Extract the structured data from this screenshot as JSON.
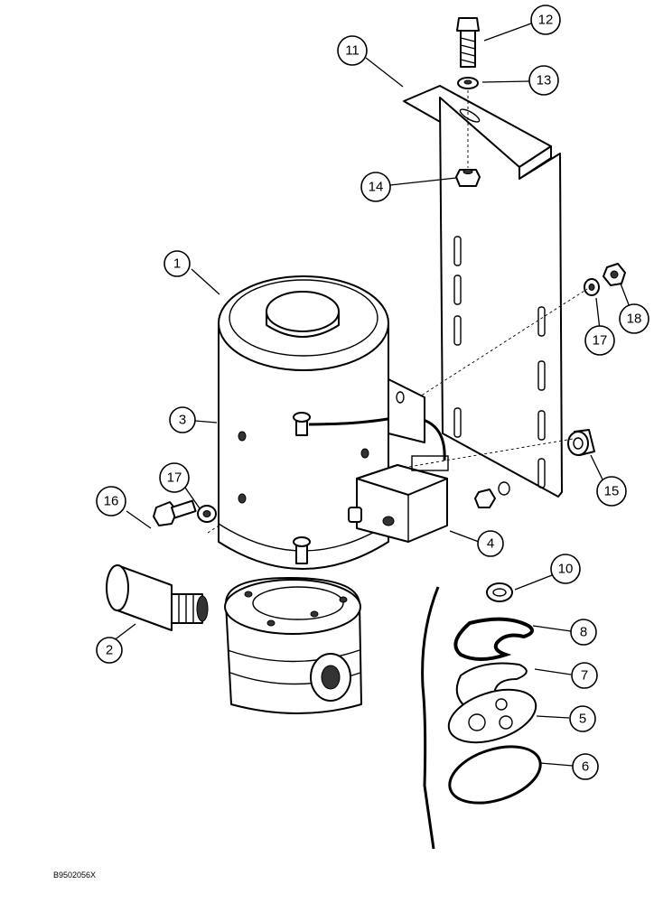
{
  "callouts": [
    {
      "id": "1",
      "label": "1"
    },
    {
      "id": "2",
      "label": "2"
    },
    {
      "id": "3",
      "label": "3"
    },
    {
      "id": "4",
      "label": "4"
    },
    {
      "id": "5",
      "label": "5"
    },
    {
      "id": "6",
      "label": "6"
    },
    {
      "id": "7",
      "label": "7"
    },
    {
      "id": "8",
      "label": "8"
    },
    {
      "id": "10",
      "label": "10"
    },
    {
      "id": "11",
      "label": "11"
    },
    {
      "id": "12",
      "label": "12"
    },
    {
      "id": "13",
      "label": "13"
    },
    {
      "id": "14",
      "label": "14"
    },
    {
      "id": "15",
      "label": "15"
    },
    {
      "id": "16",
      "label": "16"
    },
    {
      "id": "17a",
      "label": "17"
    },
    {
      "id": "17b",
      "label": "17"
    },
    {
      "id": "18",
      "label": "18"
    }
  ],
  "document_code": "B9502056X"
}
